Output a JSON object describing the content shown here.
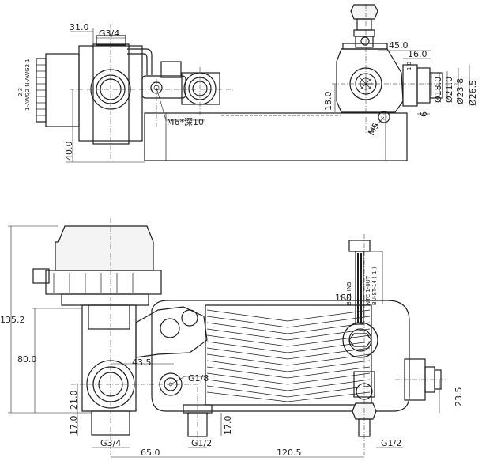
{
  "top_view": {
    "dim_31": "31.0",
    "thread_g34": "G3/4",
    "dim_40": "40.0",
    "bolt_m6": "M6*深10",
    "connector_text": "1-AWG2 N-AWG2 1",
    "connector_pins": "2  3"
  },
  "side_view": {
    "dim_45": "45.0",
    "dim_16": "16.0",
    "dim_18": "18.0",
    "dim_1": "1.0",
    "dia_18": "Ø18.0",
    "dia_21": "Ø21.0",
    "dia_23_8": "Ø23.8",
    "dia_26_5": "Ø26.5",
    "dim_6": "6",
    "thread_m5": "M5"
  },
  "front_view": {
    "dim_135_2": "135.2",
    "dim_80": "80.0",
    "dim_43_5": "43.5",
    "thread_g18": "G1/8",
    "dim_21": "21.0",
    "dim_17_left": "17.0",
    "dim_17_right": "17.0",
    "thread_g34": "G3/4",
    "thread_g12_mid": "G1/2",
    "thread_g12_right": "G1/2",
    "dim_65": "65.0",
    "dim_120_5": "120.5",
    "dim_23_5": "23.5",
    "dim_180": "180",
    "sensor_text_1": "BU-ST-14 ( 1 )",
    "sensor_text_2": "NTC  1-0UT",
    "sensor_text_3": "BL-1 IN5"
  }
}
